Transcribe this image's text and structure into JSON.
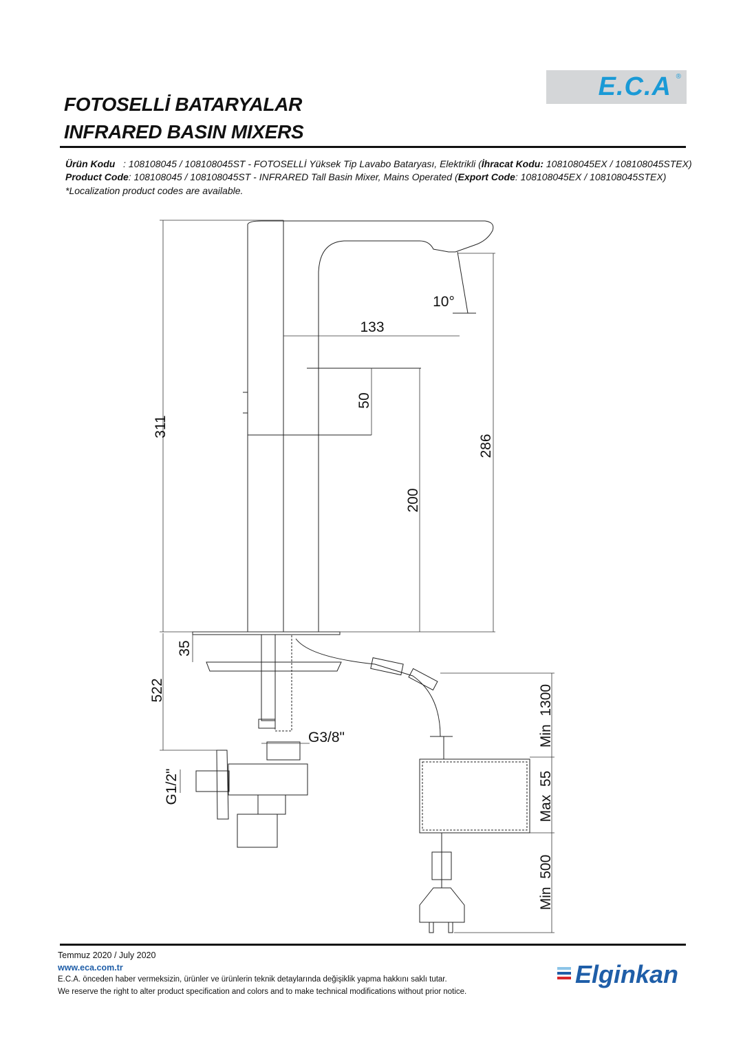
{
  "header": {
    "title_tr": "FOTOSELLİ BATARYALAR",
    "title_en": "INFRARED BASIN MIXERS",
    "logo": "E.C.A",
    "logo_reg": "®"
  },
  "spec": {
    "tr_label": "Ürün Kodu",
    "tr_text": "   : 108108045 / 108108045ST - FOTOSELLİ Yüksek Tip Lavabo Bataryası, Elektrikli (",
    "tr_export_label": "İhracat Kodu:",
    "tr_export_codes": " 108108045EX / 108108045STEX)",
    "en_label": "Product Code",
    "en_text": ": 108108045 / 108108045ST - INFRARED Tall Basin Mixer, Mains Operated (",
    "en_export_label": "Export Code",
    "en_export_codes": ": 108108045EX / 108108045STEX)",
    "note": "*Localization product codes are available."
  },
  "drawing": {
    "dims": {
      "total_height": "311",
      "reach": "133",
      "angle": "10°",
      "sensor": "50",
      "spout_height": "200",
      "outlet_height": "286",
      "deck": "35",
      "hose": "522",
      "hose_thread": "G3/8\"",
      "valve_thread": "G1/2\"",
      "cable_top": "Min  1300",
      "box": "Max  55",
      "cable_bottom": "Min  500"
    }
  },
  "footer": {
    "date": "Temmuz 2020 / July 2020",
    "url": "www.eca.com.tr",
    "disclaimer_tr": "E.C.A. önceden haber vermeksizin, ürünler ve ürünlerin teknik detaylarında değişiklik yapma hakkını saklı tutar.",
    "disclaimer_en": "We reserve the right to alter product specification and colors and to make technical modifications without prior notice.",
    "brand": "Elginkan"
  }
}
